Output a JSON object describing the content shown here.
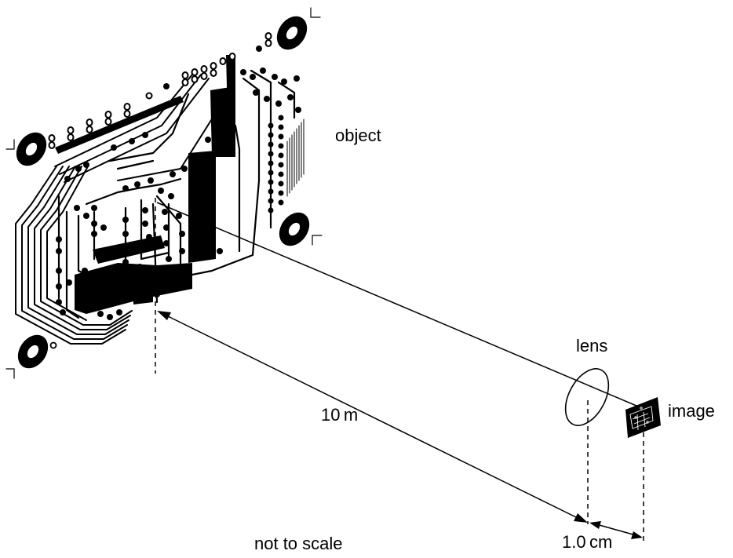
{
  "labels": {
    "object": "object",
    "lens": "lens",
    "image": "image",
    "object_distance": "10 m",
    "image_distance": "1.0 cm",
    "scale_note": "not to scale"
  },
  "colors": {
    "ink": "#000000",
    "background": "#ffffff"
  }
}
